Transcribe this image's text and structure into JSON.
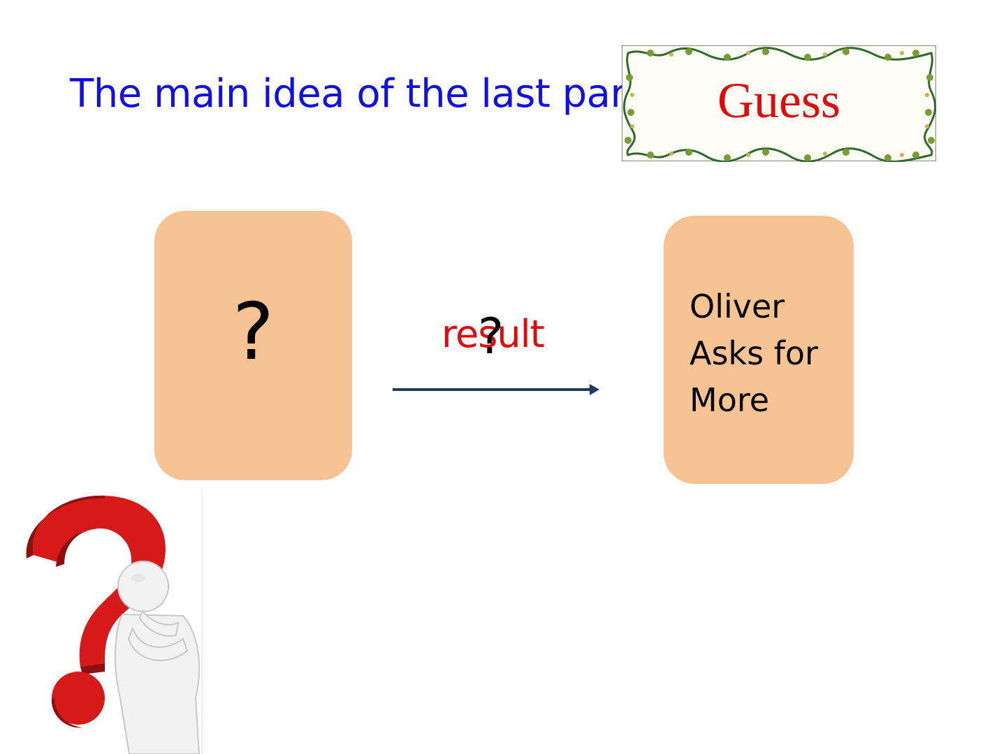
{
  "slide": {
    "title": "The main idea of the last part"
  },
  "guess_badge": {
    "label": "Guess"
  },
  "left_box": {
    "text": "?"
  },
  "connector": {
    "label": "result",
    "overlay_mark": "?"
  },
  "right_box": {
    "lines": [
      "Oliver",
      "Asks for",
      "More"
    ]
  },
  "colors": {
    "title": "#1010e6",
    "accent_red": "#e00a0a",
    "box_fill": "#f8c392",
    "arrow": "#1f3a5f"
  },
  "illustration": {
    "icon": "thinking-figure-question-mark-icon"
  }
}
